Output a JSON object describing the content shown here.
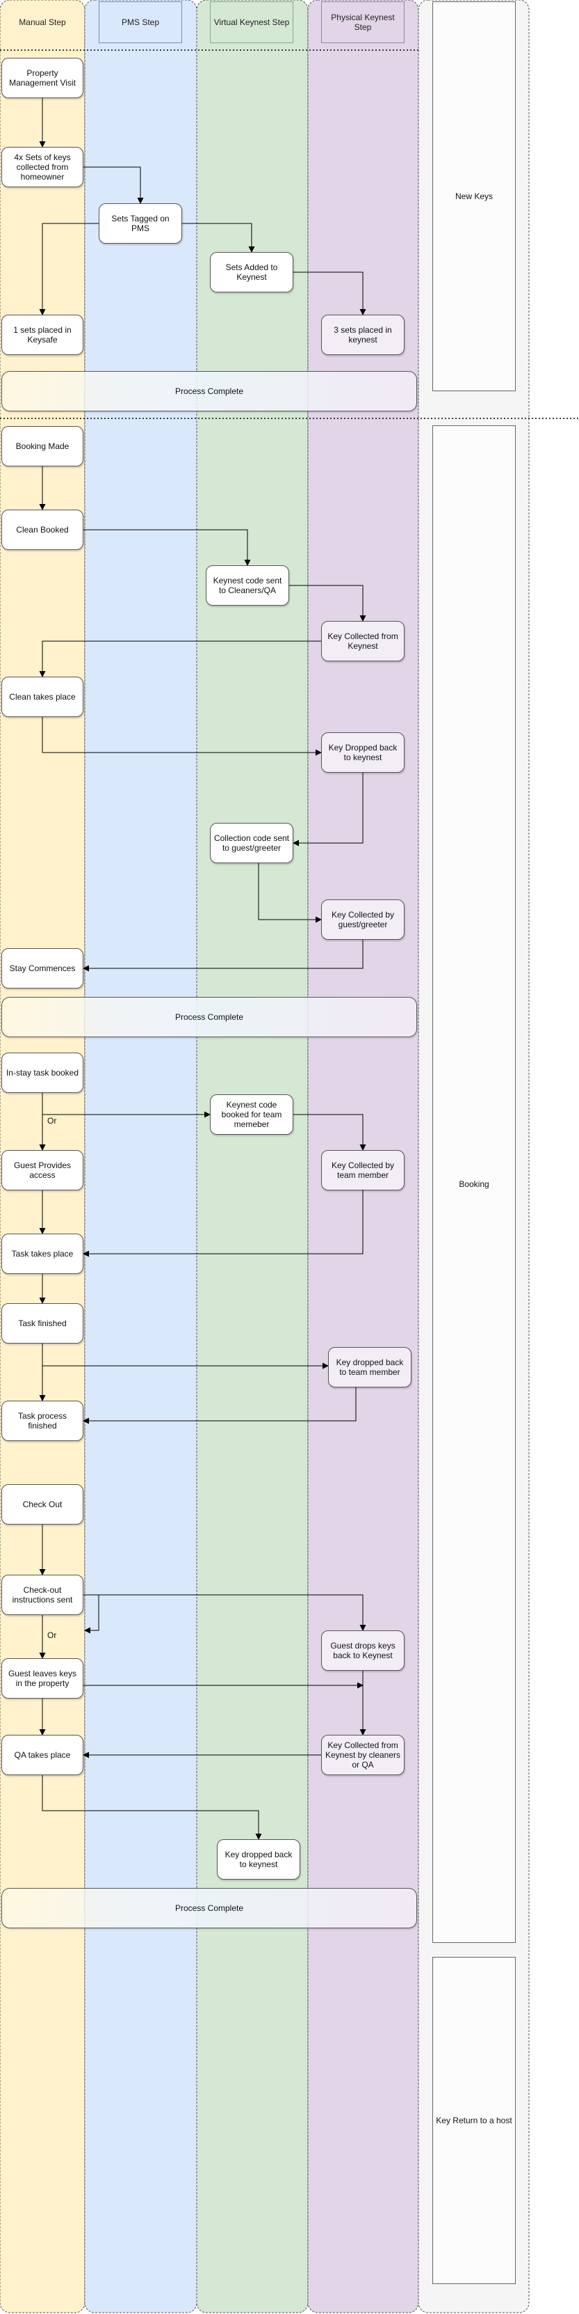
{
  "colors": {
    "manual_lane": "#fff2cc",
    "pms_lane": "#dae8fc",
    "virtual_lane": "#d5e8d4",
    "physical_lane": "#e1d5e7",
    "side_lane": "#f5f5f5",
    "edge": "#000000"
  },
  "lanes": [
    {
      "id": "manual",
      "label": "Manual Step"
    },
    {
      "id": "pms",
      "label": "PMS Step"
    },
    {
      "id": "virtual",
      "label": "Virtual Keynest Step"
    },
    {
      "id": "physical",
      "label": "Physical Keynest Step"
    }
  ],
  "side_boxes": [
    {
      "id": "new-keys",
      "label": "New Keys"
    },
    {
      "id": "booking",
      "label": "Booking"
    },
    {
      "id": "key-return",
      "label": "Key Return to a host"
    }
  ],
  "bands": [
    {
      "id": "complete-1",
      "label": "Process Complete"
    },
    {
      "id": "complete-2",
      "label": "Process Complete"
    },
    {
      "id": "complete-3",
      "label": "Process Complete"
    }
  ],
  "nodes": [
    {
      "id": "property-visit",
      "label": "Property Management Visit"
    },
    {
      "id": "keys-collected",
      "label": "4x Sets of keys collected from homeowner"
    },
    {
      "id": "sets-tagged",
      "label": "Sets Tagged on PMS"
    },
    {
      "id": "sets-added",
      "label": "Sets Added to Keynest"
    },
    {
      "id": "placed-keysafe",
      "label": "1 sets placed in Keysafe"
    },
    {
      "id": "placed-keynest",
      "label": "3 sets placed in keynest"
    },
    {
      "id": "booking-made",
      "label": "Booking Made"
    },
    {
      "id": "clean-booked",
      "label": "Clean Booked"
    },
    {
      "id": "code-sent-cleaners",
      "label": "Keynest code sent to Cleaners/QA"
    },
    {
      "id": "key-collected-keynest",
      "label": "Key Collected from Keynest"
    },
    {
      "id": "clean-takes-place",
      "label": "Clean takes place"
    },
    {
      "id": "key-dropped-back-1",
      "label": "Key Dropped back to keynest"
    },
    {
      "id": "collection-code-guest",
      "label": "Collection code sent to guest/greeter"
    },
    {
      "id": "key-collected-guest",
      "label": "Key Collected by guest/greeter"
    },
    {
      "id": "stay-commences",
      "label": "Stay Commences"
    },
    {
      "id": "in-stay-task",
      "label": "In-stay task booked"
    },
    {
      "id": "code-booked-team",
      "label": "Keynest code booked for team memeber"
    },
    {
      "id": "guest-provides-access",
      "label": "Guest Provides access"
    },
    {
      "id": "key-collected-team",
      "label": "Key Collected by team member"
    },
    {
      "id": "task-takes-place",
      "label": "Task takes place"
    },
    {
      "id": "task-finished",
      "label": "Task finished"
    },
    {
      "id": "key-dropped-team",
      "label": "Key dropped back to team member"
    },
    {
      "id": "task-process-finished",
      "label": "Task process finished"
    },
    {
      "id": "check-out",
      "label": "Check Out"
    },
    {
      "id": "checkout-instructions",
      "label": "Check-out instructions sent"
    },
    {
      "id": "guest-drops-keys",
      "label": "Guest drops keys back to Keynest"
    },
    {
      "id": "guest-leaves-keys",
      "label": "Guest leaves keys in the property"
    },
    {
      "id": "key-collected-cleaners",
      "label": "Key Collected from Keynest by cleaners or QA"
    },
    {
      "id": "qa-takes-place",
      "label": "QA takes place"
    },
    {
      "id": "key-dropped-back-2",
      "label": "Key dropped back to keynest"
    }
  ],
  "edge_labels": [
    {
      "id": "or-1",
      "label": "Or"
    },
    {
      "id": "or-2",
      "label": "Or"
    }
  ]
}
